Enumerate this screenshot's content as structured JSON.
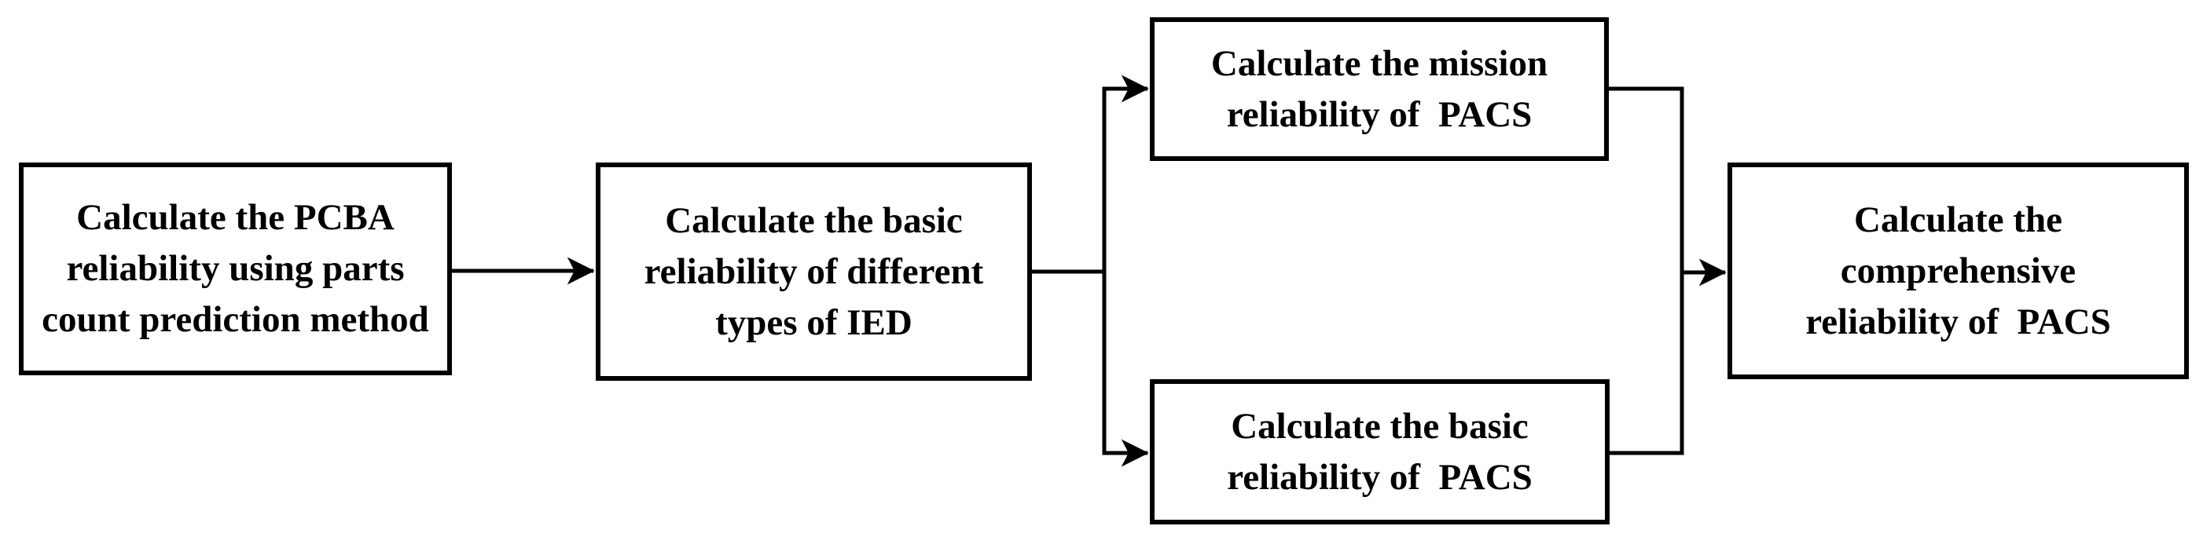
{
  "flowchart": {
    "background_color": "#ffffff",
    "box_fill_color": "#ffffff",
    "box_border_color": "#000000",
    "text_color": "#000000",
    "connector_color": "#000000",
    "nodes": [
      {
        "id": "pcba",
        "label": "Calculate the PCBA\nreliability using parts\ncount prediction method"
      },
      {
        "id": "ied",
        "label": "Calculate the basic\nreliability of different\ntypes of IED"
      },
      {
        "id": "mission",
        "label": "Calculate the mission\nreliability of  PACS"
      },
      {
        "id": "basic_pacs",
        "label": "Calculate the basic\nreliability of  PACS"
      },
      {
        "id": "comprehensive",
        "label": "Calculate the\ncomprehensive\nreliability of  PACS"
      }
    ],
    "edges": [
      {
        "from": "pcba",
        "to": "ied"
      },
      {
        "from": "ied",
        "to": "mission"
      },
      {
        "from": "ied",
        "to": "basic_pacs"
      },
      {
        "from": "mission",
        "to": "comprehensive"
      },
      {
        "from": "basic_pacs",
        "to": "comprehensive"
      }
    ]
  }
}
